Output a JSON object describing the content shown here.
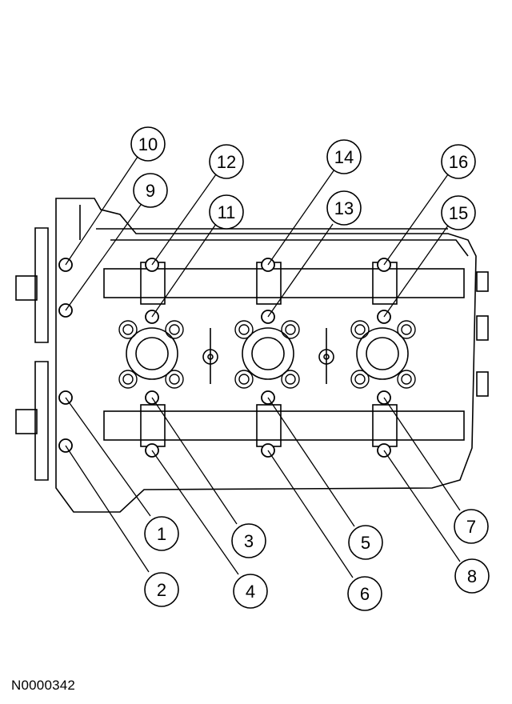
{
  "figure_code": "N0000342",
  "callouts": [
    {
      "id": "callout-1",
      "label": "1"
    },
    {
      "id": "callout-2",
      "label": "2"
    },
    {
      "id": "callout-3",
      "label": "3"
    },
    {
      "id": "callout-4",
      "label": "4"
    },
    {
      "id": "callout-5",
      "label": "5"
    },
    {
      "id": "callout-6",
      "label": "6"
    },
    {
      "id": "callout-7",
      "label": "7"
    },
    {
      "id": "callout-8",
      "label": "8"
    },
    {
      "id": "callout-9",
      "label": "9"
    },
    {
      "id": "callout-10",
      "label": "10"
    },
    {
      "id": "callout-11",
      "label": "11"
    },
    {
      "id": "callout-12",
      "label": "12"
    },
    {
      "id": "callout-13",
      "label": "13"
    },
    {
      "id": "callout-14",
      "label": "14"
    },
    {
      "id": "callout-15",
      "label": "15"
    },
    {
      "id": "callout-16",
      "label": "16"
    }
  ]
}
